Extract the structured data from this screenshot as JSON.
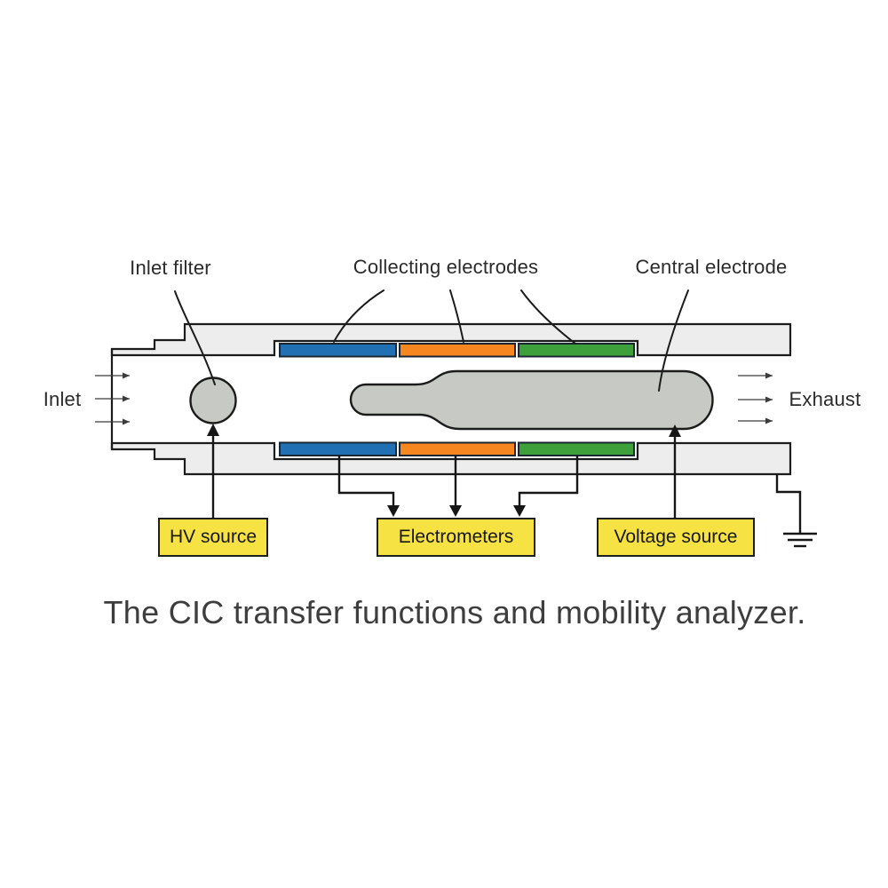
{
  "figure": {
    "caption": "The CIC transfer functions and mobility analyzer."
  },
  "labels": {
    "inlet_filter": "Inlet filter",
    "collecting_electrodes": "Collecting electrodes",
    "central_electrode": "Central electrode",
    "inlet": "Inlet",
    "exhaust": "Exhaust"
  },
  "source_boxes": {
    "hv": "HV source",
    "electrometers": "Electrometers",
    "voltage": "Voltage source"
  },
  "icons": {
    "ground": "earth-ground-icon",
    "flow_arrows": "flow-arrow-icon"
  },
  "colors": {
    "background": "#ffffff",
    "wall_fill": "#ededed",
    "outline": "#1c1c1c",
    "metal_fill": "#c7cac4",
    "electrode_blue": "#2170b3",
    "electrode_orange": "#f6861f",
    "electrode_green": "#3da03a",
    "source_box_fill": "#f6e243",
    "label_text": "#2b2b2b",
    "caption_text": "#3d3d3d"
  }
}
